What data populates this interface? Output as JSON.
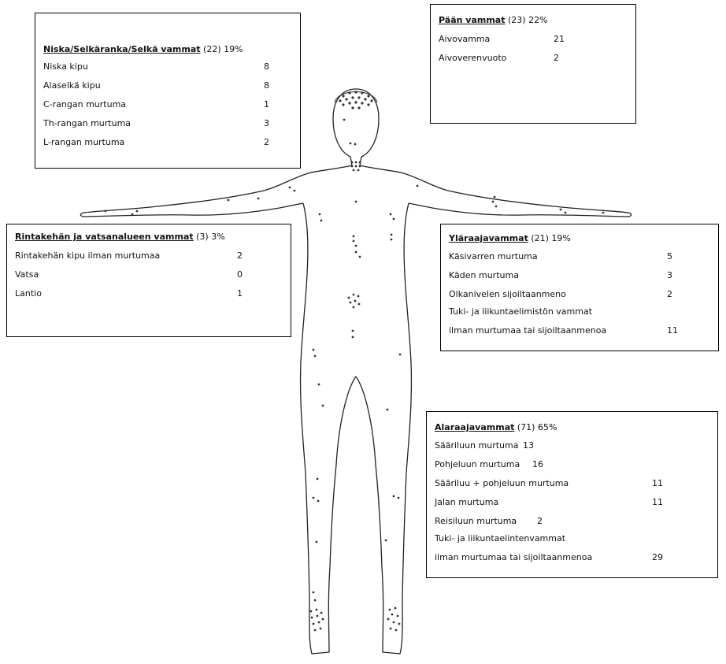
{
  "categories": {
    "neck_back": {
      "title": "Niska/Selkäranka/Selkä vammat",
      "count": "(22)",
      "percent": "19%",
      "items": [
        {
          "label": "Niska kipu",
          "value": "8"
        },
        {
          "label": "Alaselkä kipu",
          "value": "8"
        },
        {
          "label": "C-rangan murtuma",
          "value": "1"
        },
        {
          "label": "Th-rangan murtuma",
          "value": "3"
        },
        {
          "label": "L-rangan murtuma",
          "value": "2"
        }
      ]
    },
    "head": {
      "title": "Pään vammat",
      "count": "(23)",
      "percent": "22%",
      "items": [
        {
          "label": "Aivovamma",
          "value": "21"
        },
        {
          "label": "Aivoverenvuoto",
          "value": "2"
        }
      ]
    },
    "chest_abdomen": {
      "title": "Rintakehän ja vatsanalueen vammat",
      "count": "(3)",
      "percent": "3%",
      "items": [
        {
          "label": "Rintakehän kipu ilman murtumaa",
          "value": "2"
        },
        {
          "label": "Vatsa",
          "value": "0"
        },
        {
          "label": "Lantio",
          "value": "1"
        }
      ]
    },
    "upper_limb": {
      "title": "Yläraajavammat",
      "count": "(21)",
      "percent": "19%",
      "items": [
        {
          "label": "Käsivarren murtuma",
          "value": "5"
        },
        {
          "label": "Käden murtuma",
          "value": "3"
        },
        {
          "label": "Olkanivelen sijoiltaanmeno",
          "value": "2"
        },
        {
          "label": "Tuki- ja liikuntaelimistön vammat",
          "value": ""
        },
        {
          "label": "ilman murtumaa tai sijoiltaanmenoa",
          "value": "11"
        }
      ]
    },
    "lower_limb": {
      "title": "Alaraajavammat",
      "count": "(71)",
      "percent": "65%",
      "items": [
        {
          "label": "Sääriluun murtuma",
          "value": "13"
        },
        {
          "label": "Pohjeluun murtuma",
          "value": "16"
        },
        {
          "label": "Sääriluu + pohjeluun murtuma",
          "value": "11"
        },
        {
          "label": "Jalan murtuma",
          "value": "11"
        },
        {
          "label": "Reisiluun murtuma",
          "value": "2"
        },
        {
          "label": "Tuki- ja liikuntaelintenvammat",
          "value": ""
        },
        {
          "label": "ilman murtumaa tai sijoiltaanmenoa",
          "value": "29"
        }
      ]
    }
  }
}
